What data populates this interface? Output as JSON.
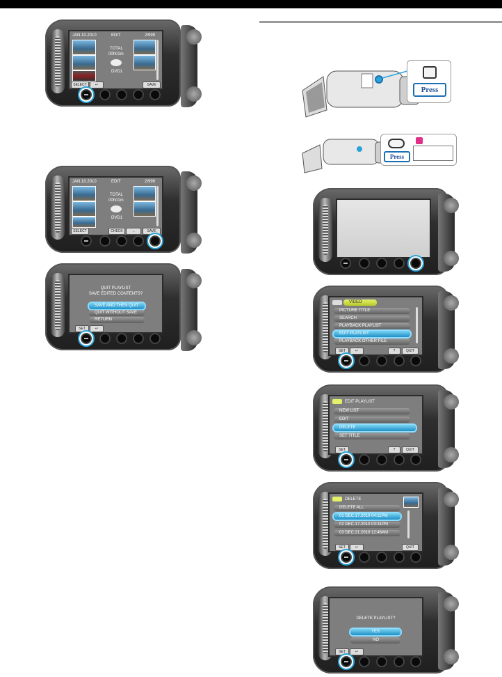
{
  "screens": {
    "edit1": {
      "date": "JAN.10.2010",
      "title": "EDIT",
      "count": "2/999",
      "total_label": "TOTAL",
      "total_time": "00h01m",
      "disc": "DVD1",
      "btn_select": "SELECT",
      "btn_save": "SAVE"
    },
    "edit2": {
      "date": "JAN.10.2010",
      "title": "EDIT",
      "count": "2/999",
      "total_label": "TOTAL",
      "total_time": "00h01m",
      "disc": "DVD1",
      "btn_select": "SELECT",
      "btn_check": "CHECK",
      "btn_save": "SAVE"
    },
    "quit": {
      "line1": "QUIT PLAYLIST",
      "line2": "SAVE EDITED CONTENTS?",
      "opt1": "SAVE AND THEN QUIT",
      "opt2": "QUIT WITHOUT SAVE",
      "opt3": "RETURN",
      "btn_set": "SET"
    },
    "menu": {
      "header": "VIDEO",
      "items": [
        "PICTURE TITLE",
        "SEARCH",
        "PLAYBACK PLAYLIST",
        "EDIT PLAYLIST",
        "PLAYBACK OTHER FILE"
      ],
      "btn_set": "SET",
      "btn_help": "?",
      "btn_quit": "QUIT"
    },
    "editpl": {
      "header": "EDIT PLAYLIST",
      "items": [
        "NEW LIST",
        "EDIT",
        "DELETE",
        "SET TITLE"
      ],
      "btn_set": "SET",
      "btn_help": "?",
      "btn_quit": "QUIT"
    },
    "delete": {
      "header": "DELETE",
      "items": [
        "DELETE ALL",
        "01 DEC.17.2010 04:11PM",
        "02 DEC.17.2010 03:31PM",
        "03 DEC.21.2010 12:46AM"
      ],
      "btn_set": "SET",
      "btn_quit": "QUIT"
    },
    "confirm": {
      "question": "DELETE PLAYLIST?",
      "opt_yes": "YES",
      "opt_no": "NO",
      "btn_set": "SET"
    }
  },
  "press_label": "Press",
  "colors": {
    "highlight": "#29a3d8",
    "selected_row": "#3fb6e6",
    "press_border": "#1b6fb3"
  }
}
